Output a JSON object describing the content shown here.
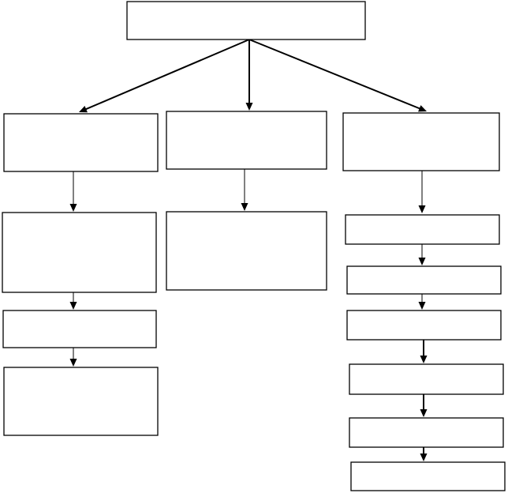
{
  "diagram": {
    "type": "flowchart",
    "line_color": "#000000",
    "box_fill": "#ffffff",
    "nodes": [
      {
        "id": "root",
        "label": ""
      },
      {
        "id": "left-1",
        "label": ""
      },
      {
        "id": "left-2",
        "label": ""
      },
      {
        "id": "left-3",
        "label": ""
      },
      {
        "id": "left-4",
        "label": ""
      },
      {
        "id": "middle-1",
        "label": ""
      },
      {
        "id": "middle-2",
        "label": ""
      },
      {
        "id": "right-1",
        "label": ""
      },
      {
        "id": "right-2",
        "label": ""
      },
      {
        "id": "right-3",
        "label": ""
      },
      {
        "id": "right-4",
        "label": ""
      },
      {
        "id": "right-5",
        "label": ""
      },
      {
        "id": "right-6",
        "label": ""
      },
      {
        "id": "right-7",
        "label": ""
      }
    ],
    "edges": [
      {
        "from": "root",
        "to": "left-1"
      },
      {
        "from": "root",
        "to": "middle-1"
      },
      {
        "from": "root",
        "to": "right-1"
      },
      {
        "from": "left-1",
        "to": "left-2"
      },
      {
        "from": "left-2",
        "to": "left-3"
      },
      {
        "from": "left-3",
        "to": "left-4"
      },
      {
        "from": "middle-1",
        "to": "middle-2"
      },
      {
        "from": "right-1",
        "to": "right-2"
      },
      {
        "from": "right-2",
        "to": "right-3"
      },
      {
        "from": "right-3",
        "to": "right-4"
      },
      {
        "from": "right-4",
        "to": "right-5"
      },
      {
        "from": "right-5",
        "to": "right-6"
      },
      {
        "from": "right-6",
        "to": "right-7"
      }
    ]
  }
}
